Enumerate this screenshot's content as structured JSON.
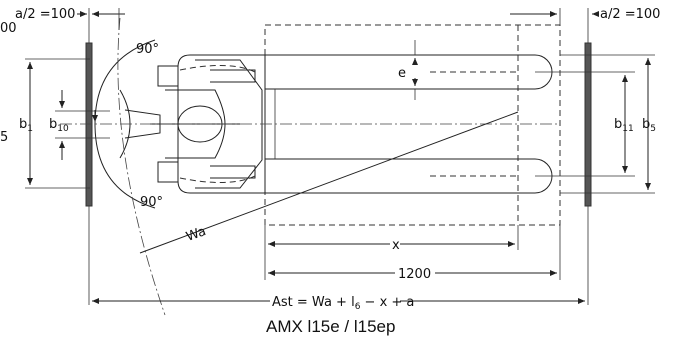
{
  "labels": {
    "top_left_dim": "a/2 =100",
    "top_right_dim": "a/2 =100",
    "left_cut": "00",
    "angle_top": "90°",
    "angle_bottom": "90°",
    "e": "e",
    "b1": "b",
    "b1_sub": "1",
    "b10": "b",
    "b10_sub": "10",
    "b11": "b",
    "b11_sub": "11",
    "b5": "b",
    "b5_sub": "5",
    "left_b5_cut": "5",
    "wa": "Wa",
    "x": "x",
    "dim_1200": "1200",
    "ast_formula_1": "Ast = Wa + l",
    "ast_formula_sub": "6",
    "ast_formula_2": " − x + a",
    "caption": "AMX l15e / l15ep"
  }
}
